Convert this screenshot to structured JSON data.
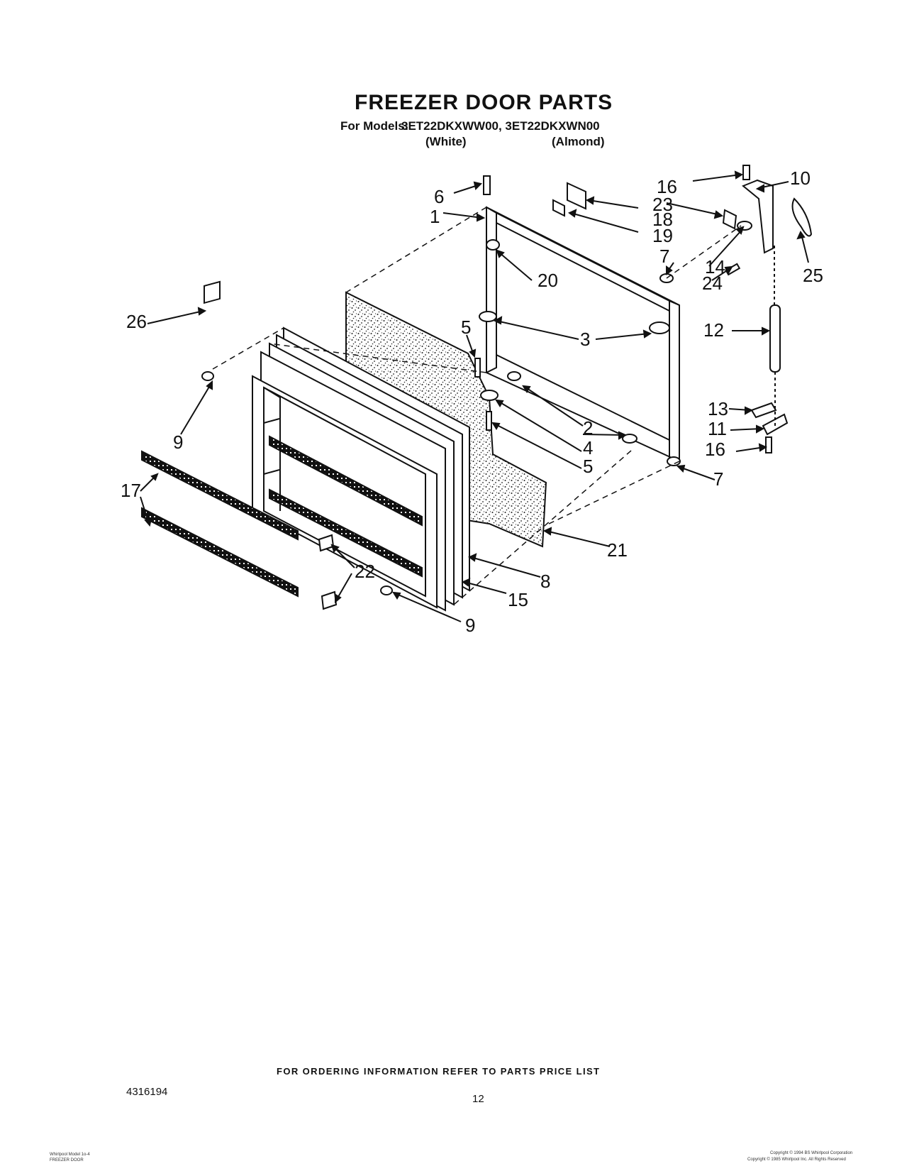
{
  "header": {
    "title": "FREEZER DOOR PARTS",
    "models_label": "For Models:",
    "models": "3ET22DKXWW00, 3ET22DKXWN00",
    "color_white": "(White)",
    "color_almond": "(Almond)"
  },
  "callouts": {
    "c1": "1",
    "c2": "2",
    "c3": "3",
    "c4": "4",
    "c5a": "5",
    "c5b": "5",
    "c6": "6",
    "c7a": "7",
    "c7b": "7",
    "c8": "8",
    "c9a": "9",
    "c9b": "9",
    "c10": "10",
    "c11": "11",
    "c12": "12",
    "c13": "13",
    "c14": "14",
    "c15": "15",
    "c16a": "16",
    "c16b": "16",
    "c17": "17",
    "c18": "18",
    "c19": "19",
    "c20": "20",
    "c21": "21",
    "c22": "22",
    "c23": "23",
    "c24": "24",
    "c25": "25",
    "c26": "26"
  },
  "footer": {
    "ordering_note": "FOR ORDERING INFORMATION REFER TO PARTS PRICE LIST",
    "doc_number": "4316194",
    "page_number": "12",
    "small_left_1": "Whirlpool Model 1o-4",
    "small_left_2": "FREEZER DOOR",
    "small_right_1": "Copyright © 1994 BS Whirlpool Corporation",
    "small_right_2": "Copyright © 1985 Whirlpool Inc. All Rights Reserved"
  }
}
